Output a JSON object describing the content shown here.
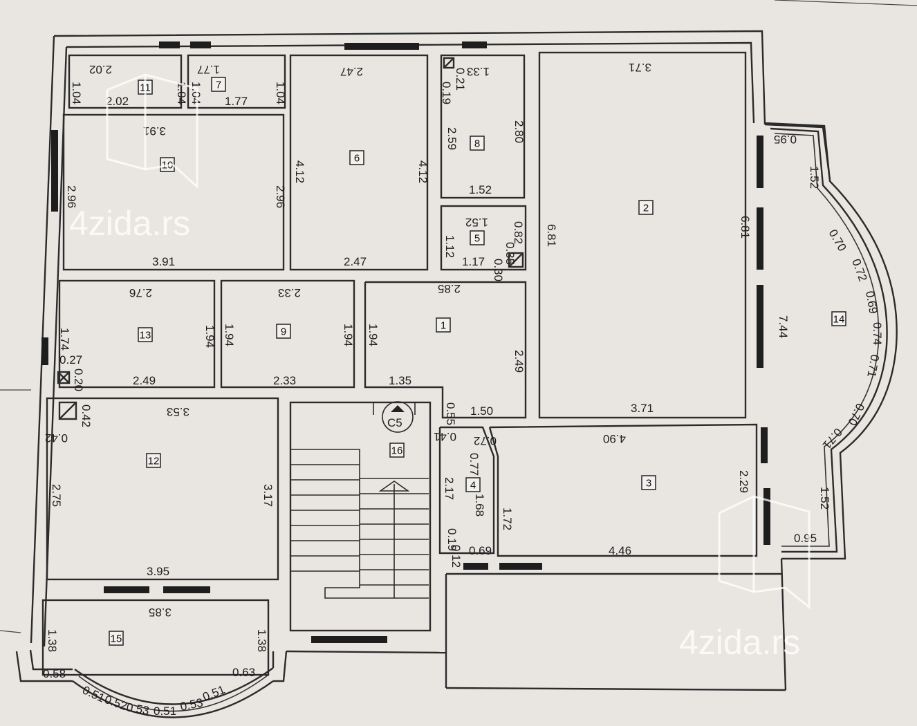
{
  "rooms": [
    {
      "n": "1"
    },
    {
      "n": "2"
    },
    {
      "n": "3"
    },
    {
      "n": "4"
    },
    {
      "n": "5"
    },
    {
      "n": "6"
    },
    {
      "n": "7"
    },
    {
      "n": "8"
    },
    {
      "n": "9"
    },
    {
      "n": "10"
    },
    {
      "n": "11"
    },
    {
      "n": "12"
    },
    {
      "n": "13"
    },
    {
      "n": "14"
    },
    {
      "n": "15"
    },
    {
      "n": "16"
    }
  ],
  "dimensions": [
    "2.02",
    "1.04",
    "1.04",
    "2.02",
    "1.77",
    "1.04",
    "1.04",
    "1.77",
    "3.91",
    "2.96",
    "2.96",
    "3.91",
    "2.47",
    "4.12",
    "4.12",
    "2.47",
    "1.33",
    "0.21",
    "0.19",
    "2.59",
    "2.80",
    "1.52",
    "1.52",
    "1.12",
    "0.82",
    "1.17",
    "0.30",
    "0.35",
    "3.71",
    "6.81",
    "6.81",
    "3.71",
    "2.76",
    "1.74",
    "1.94",
    "2.49",
    "0.27",
    "0.20",
    "2.33",
    "1.94",
    "1.94",
    "2.33",
    "2.85",
    "1.94",
    "2.49",
    "1.35",
    "0.55",
    "1.50",
    "3.53",
    "0.42",
    "0.42",
    "2.75",
    "3.17",
    "3.95",
    "4.90",
    "2.29",
    "4.46",
    "7.44",
    "0.41",
    "0.77",
    "0.72",
    "2.17",
    "1.68",
    "1.72",
    "0.19",
    "0.12",
    "0.69",
    "0.95",
    "1.52",
    "0.70",
    "0.72",
    "0.69",
    "0.74",
    "0.71",
    "0.70",
    "0.71",
    "1.52",
    "0.95",
    "3.85",
    "1.38",
    "1.38",
    "0.58",
    "0.51",
    "0.52",
    "0.53",
    "0.51",
    "0.53",
    "0.51",
    "0.63"
  ],
  "stair_label": "C5",
  "watermark": [
    "4zida.rs",
    "4zida.rs"
  ]
}
